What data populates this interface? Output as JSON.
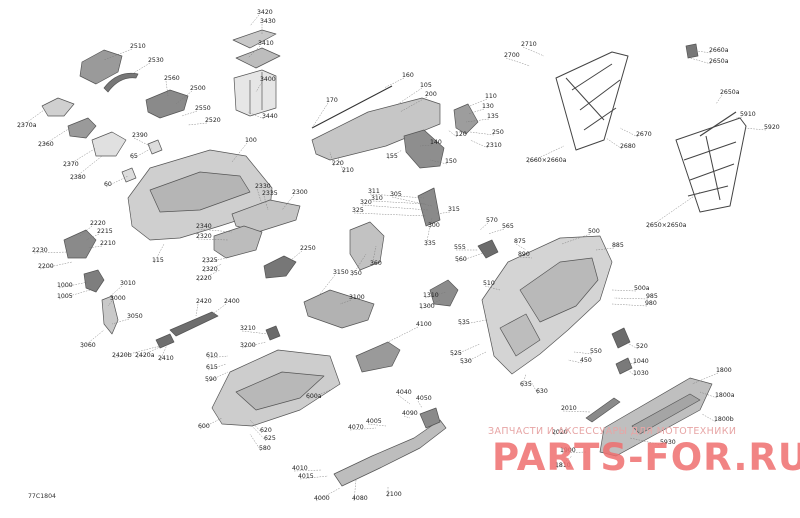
{
  "diagram_code": "77C1804",
  "watermark": {
    "tagline": "ЗАПЧАСТИ И АКСЕССУАРЫ ДЛЯ МОТОТЕХНИКИ",
    "brand": "PARTS-FOR.RU"
  },
  "callouts": [
    "3420",
    "3430",
    "3410",
    "3400",
    "2510",
    "2530",
    "2560",
    "2500",
    "2550",
    "2520",
    "2370a",
    "2360",
    "2370",
    "2380",
    "2390",
    "65",
    "60",
    "100",
    "3440",
    "160",
    "170",
    "105",
    "200",
    "110",
    "130",
    "135",
    "250",
    "2310",
    "120",
    "140",
    "150",
    "155",
    "220",
    "210",
    "2330",
    "2335",
    "2300",
    "2340",
    "2320",
    "2220",
    "2215",
    "2210",
    "2230",
    "2200",
    "2250",
    "2325",
    "2320",
    "2220",
    "115",
    "1000",
    "1005",
    "3010",
    "3000",
    "3050",
    "3060",
    "2420",
    "2400",
    "2420b",
    "2420a",
    "2410",
    "610",
    "615",
    "590",
    "3210",
    "3200",
    "3150",
    "3100",
    "4100",
    "311",
    "310",
    "320",
    "325",
    "305",
    "315",
    "300",
    "335",
    "360",
    "350",
    "570",
    "565",
    "555",
    "560",
    "875",
    "890",
    "500",
    "885",
    "1310",
    "1300",
    "510",
    "500a",
    "985",
    "980",
    "535",
    "525",
    "530",
    "520",
    "550",
    "450",
    "635",
    "630",
    "1040",
    "1030",
    "1800",
    "1800a",
    "1800b",
    "2010",
    "2020",
    "1810",
    "1900",
    "5930",
    "2710",
    "2700",
    "2660a",
    "2650a",
    "2670",
    "2680",
    "2660×2660a",
    "2650a",
    "5910",
    "5920",
    "2650×2650a",
    "600a",
    "600",
    "620",
    "625",
    "580",
    "4040",
    "4050",
    "4090",
    "4070",
    "4005",
    "4010",
    "4015",
    "4000",
    "4080",
    "2100"
  ]
}
